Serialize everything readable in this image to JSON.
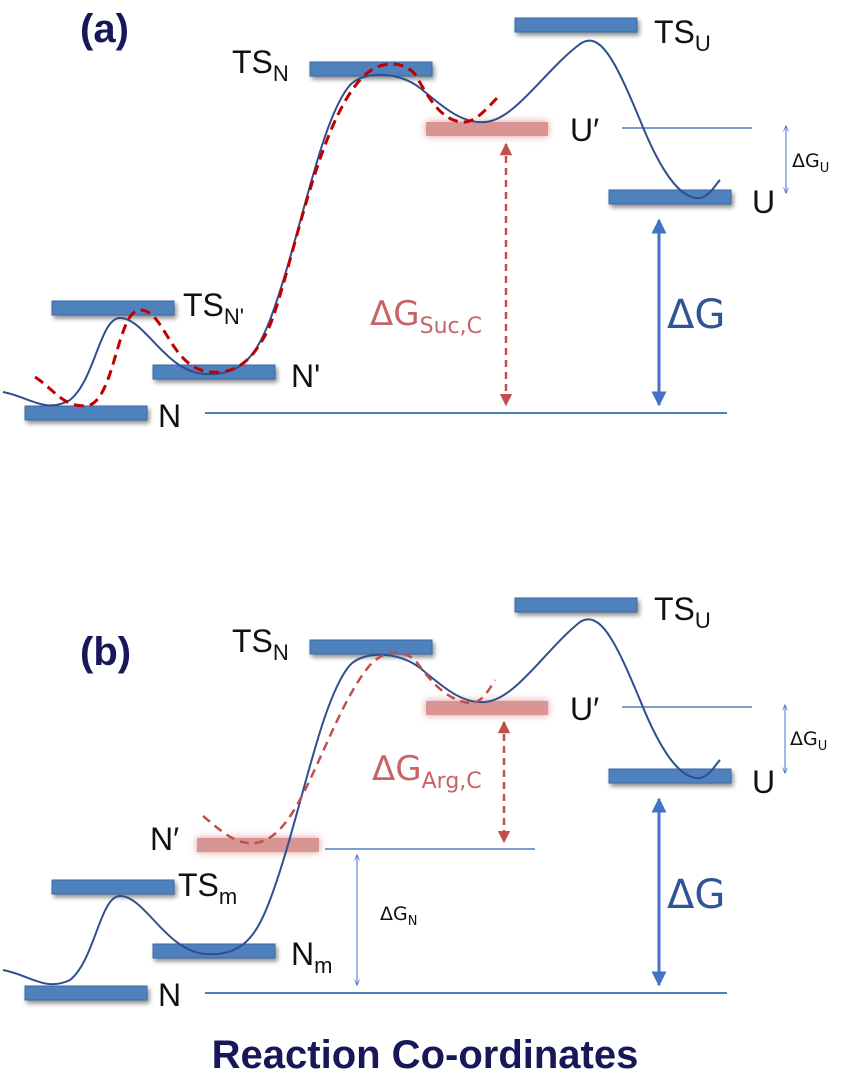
{
  "panel_a": {
    "label": "(a)",
    "levels": {
      "ts_n": {
        "main": "TS",
        "sub": "N"
      },
      "ts_u": {
        "main": "TS",
        "sub": "U"
      },
      "u_prime": "U′",
      "u": "U",
      "ts_n_prime": {
        "main": "TS",
        "sub": "N'"
      },
      "n_prime": "N'",
      "n": "N"
    },
    "delta_g_u": {
      "main": "ΔG",
      "sub": "U"
    },
    "delta_g_suc": {
      "main": "ΔG",
      "sub": "Suc,C"
    },
    "delta_g": "ΔG"
  },
  "panel_b": {
    "label": "(b)",
    "levels": {
      "ts_n": {
        "main": "TS",
        "sub": "N"
      },
      "ts_u": {
        "main": "TS",
        "sub": "U"
      },
      "u_prime": "U′",
      "u": "U",
      "n_prime": "N′",
      "ts_m": {
        "main": "TS",
        "sub": "m"
      },
      "n_m": {
        "main": "N",
        "sub": "m"
      },
      "n": "N"
    },
    "delta_g_u": {
      "main": "ΔG",
      "sub": "U"
    },
    "delta_g_arg": {
      "main": "ΔG",
      "sub": "Arg,C"
    },
    "delta_g_n": {
      "main": "ΔG",
      "sub": "N"
    },
    "delta_g": "ΔG"
  },
  "footer": "Reaction Co-ordinates",
  "colors": {
    "level_blue": "#4f81bd",
    "level_red": "#d99594",
    "curve_blue": "#2f4f8f",
    "curve_red": "#c00000",
    "arrow_blue": "#4472c4",
    "arrow_red": "#c0504d",
    "title_navy": "#17175a"
  }
}
